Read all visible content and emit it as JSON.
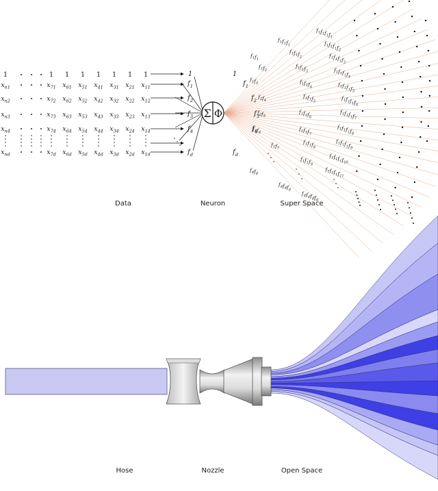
{
  "top_diagram": {
    "data_label": "Data",
    "neuron_label": "Neuron",
    "super_space_label": "Super Space",
    "bias_row": [
      "1",
      "·",
      "·",
      "·",
      "1",
      "1",
      "1",
      "1",
      "1",
      "1",
      "1"
    ],
    "feature_rows": [
      [
        "x_{n1}",
        "·",
        "·",
        "·",
        "x_{71}",
        "x_{61}",
        "x_{51}",
        "x_{41}",
        "x_{31}",
        "x_{21}",
        "x_{11}"
      ],
      [
        "x_{n2}",
        "·",
        "·",
        "·",
        "x_{72}",
        "x_{62}",
        "x_{52}",
        "x_{42}",
        "x_{32}",
        "x_{22}",
        "x_{12}"
      ],
      [
        "x_{n3}",
        "·",
        "·",
        "·",
        "x_{73}",
        "x_{63}",
        "x_{53}",
        "x_{43}",
        "x_{33}",
        "x_{23}",
        "x_{13}"
      ],
      [
        "x_{n4}",
        "·",
        "·",
        "·",
        "x_{74}",
        "x_{64}",
        "x_{54}",
        "x_{44}",
        "x_{34}",
        "x_{24}",
        "x_{14}"
      ],
      [
        "x_{nd}",
        "·",
        "·",
        "·",
        "x_{7d}",
        "x_{6d}",
        "x_{5d}",
        "x_{4d}",
        "x_{3d}",
        "x_{2d}",
        "x_{1d}"
      ]
    ],
    "inputs": [
      "1",
      "f_1",
      "f_2",
      "f_3",
      "f_4",
      "f_d"
    ],
    "neuron_symbols": [
      "Σ",
      "Φ"
    ],
    "outer_left": [
      "1",
      "f_1",
      "f_2",
      "f_3",
      "f_4",
      "f_d"
    ],
    "products": [
      "f_1f_1",
      "f_1f_2",
      "f_1f_3",
      "f_2f_4",
      "f_2f_5",
      "f_1f_6",
      "f_1f_7",
      "f_df_d",
      "f_1f_1f_1",
      "f_1f_1f_2",
      "f_1f_1f_3",
      "f_1f_1f_4",
      "f_1f_1f_5",
      "f_1f_1f_6",
      "f_1f_1f_7",
      "f_1f_1f_8",
      "f_1f_1f_9",
      "f_df_df_d",
      "f_1f_1f_1f_1",
      "f_1f_1f_1f_2",
      "f_1f_1f_1f_3",
      "f_1f_1f_1f_4",
      "f_1f_1f_1f_5",
      "f_1f_1f_1f_6",
      "f_1f_1f_1f_7",
      "f_1f_1f_1f_8",
      "f_1f_1f_1f_9",
      "f_1f_1f_1f_{10}",
      "f_1f_1f_1f_{11}",
      "f_df_df_df_d"
    ]
  },
  "bottom_diagram": {
    "hose_label": "Hose",
    "nozzle_label": "Nozzle",
    "open_space_label": "Open Space"
  },
  "colors": {
    "hose_fill": "#c9c9f4",
    "hose_stroke": "#5a5a88",
    "fan_light": "#c7c7f6",
    "fan_mid": "#8f8ff0",
    "fan_dark": "#3f3fe6",
    "ray_color": "#e8a98a",
    "metal_light": "#eeeeee",
    "metal_dark": "#8e8e8e"
  }
}
